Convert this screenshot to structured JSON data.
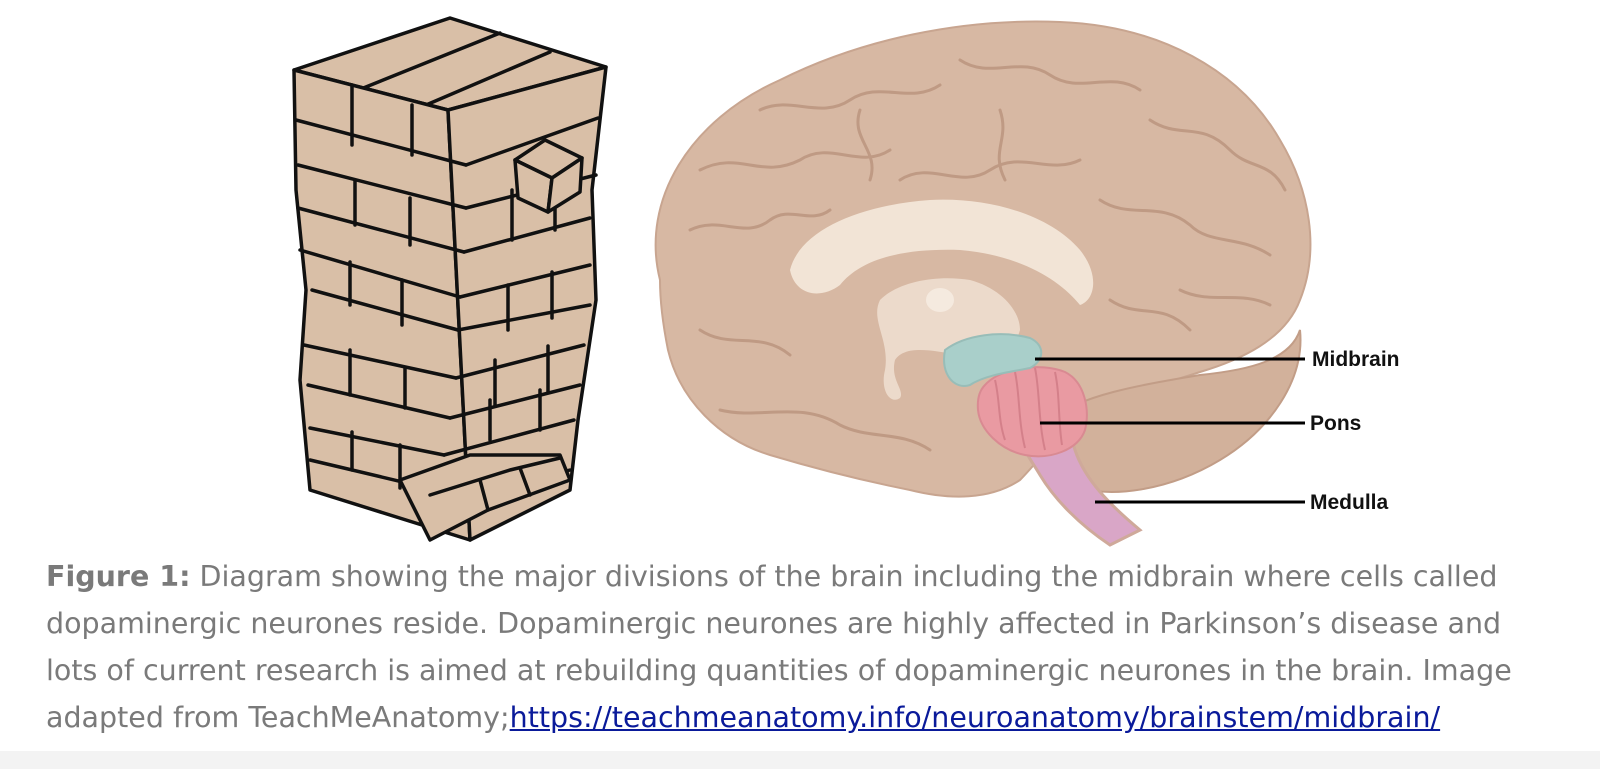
{
  "figure": {
    "labels": {
      "midbrain": "Midbrain",
      "pons": "Pons",
      "medulla": "Medulla"
    },
    "colors": {
      "block_fill": "#d9bfa7",
      "block_stroke": "#111111",
      "brain": "#d7b8a3",
      "brain_dark": "#c9a58e",
      "corpus": "#f2e4d6",
      "midbrain": "#a9cfca",
      "pons": "#e99aa2",
      "medulla": "#d9a6c7"
    }
  },
  "caption": {
    "heading": "Figure 1:",
    "line1": " Diagram showing the major divisions of the brain including the midbrain where cells called",
    "line2": "dopaminergic neurones reside. Dopaminergic neurones are highly affected in Parkinson’s disease and",
    "line3": "lots of current research is aimed at rebuilding quantities of dopaminergic neurones in the brain. Image",
    "line4_prefix": "adapted from TeachMeAnatomy;",
    "link": "https://teachmeanatomy.info/neuroanatomy/brainstem/midbrain/"
  }
}
